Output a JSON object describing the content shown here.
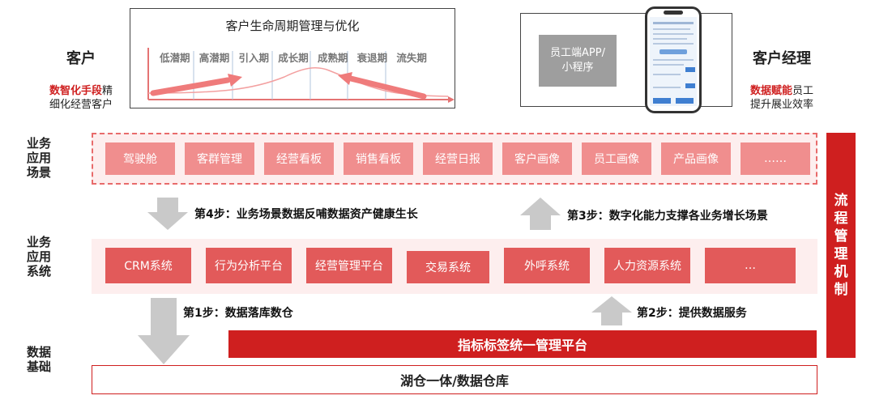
{
  "customer": {
    "title": "客户",
    "desc_highlight": "数智化手段",
    "desc_line1_rest": "精",
    "desc_line2": "细化经营客户"
  },
  "lifecycle": {
    "title": "客户生命周期管理与优化",
    "phases": [
      "低潜期",
      "高潜期",
      "引入期",
      "成长期",
      "成熟期",
      "衰退期",
      "流失期"
    ]
  },
  "employee_app": {
    "label_line1": "员工端APP/",
    "label_line2": "小程序"
  },
  "manager": {
    "title": "客户经理",
    "desc_highlight": "数据赋能",
    "desc_line1_rest": "员工",
    "desc_line2": "提升展业效率"
  },
  "rows": {
    "scenarios_label": [
      "业务",
      "应用",
      "场景"
    ],
    "systems_label": [
      "业务",
      "应用",
      "系统"
    ],
    "foundation_label": [
      "数据",
      "基础"
    ]
  },
  "scenarios": [
    "驾驶舱",
    "客群管理",
    "经营看板",
    "销售看板",
    "经营日报",
    "客户画像",
    "员工画像",
    "产品画像",
    "……"
  ],
  "systems": [
    "CRM系统",
    "行为分析平台",
    "经营管理平台",
    "交易系统",
    "外呼系统",
    "人力资源系统",
    "…"
  ],
  "steps": {
    "step1": "第1步：数据落库数仓",
    "step2": "第2步：提供数据服务",
    "step3": "第3步：数字化能力支撑各业务增长场景",
    "step4": "第4步：业务场景数据反哺数据资产健康生长"
  },
  "foundation": {
    "tag_platform": "指标标签统一管理平台",
    "lakehouse": "湖仓一体/数据仓库"
  },
  "process_mechanism": [
    "流",
    "程",
    "管",
    "理",
    "机",
    "制"
  ],
  "colors": {
    "brand_red": "#cf1f1f",
    "scenario_pink": "#f08e8e",
    "system_red": "#e25a5a",
    "band_bg": "#fde9e9"
  }
}
